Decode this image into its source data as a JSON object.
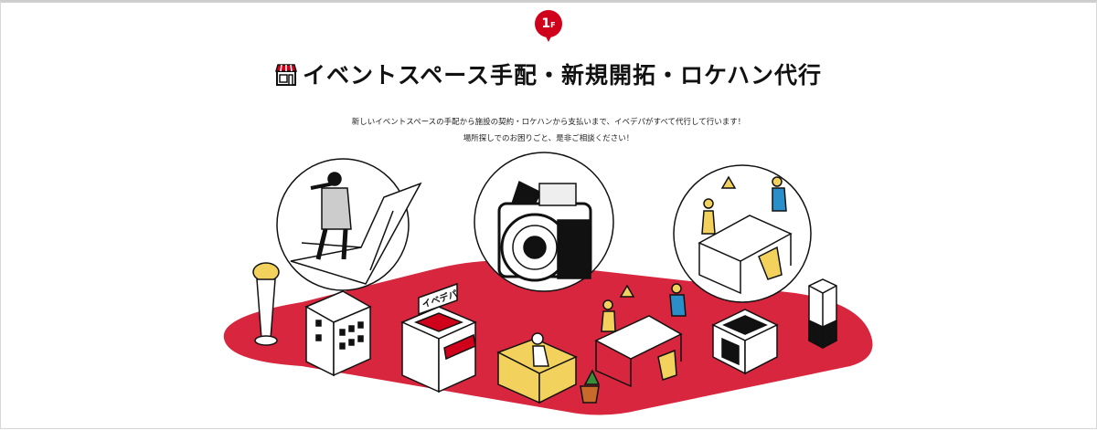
{
  "floor_badge": {
    "number": "1",
    "suffix": "F"
  },
  "title": "イベントスペース手配・新規開拓・ロケハン代行",
  "description": [
    "新しいイベントスペースの手配から施設の契約・ロケハンから支払いまで、イベデパがすべて代行して行います！",
    "場所探しでのお困りごと、是非ご相談ください！"
  ],
  "illustration": {
    "sign_text": "イベデパ"
  },
  "colors": {
    "accent": "#d0021b",
    "floor": "#d7263d",
    "yellow": "#f2d25c",
    "blue": "#2a8fc9"
  }
}
